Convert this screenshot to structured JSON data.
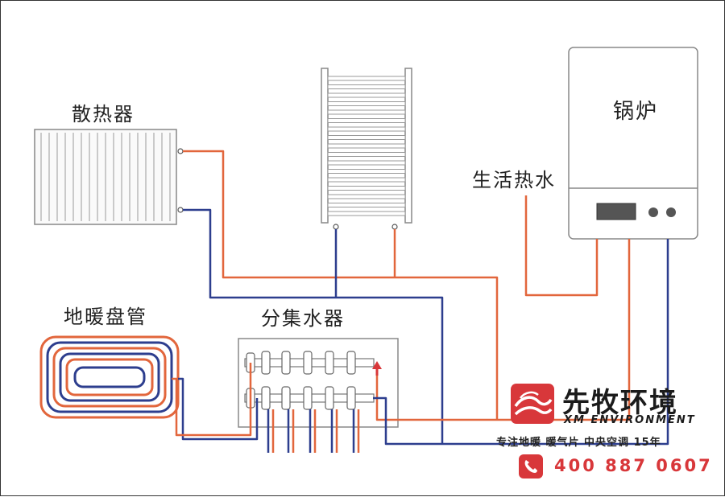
{
  "labels": {
    "radiator": "散热器",
    "floor_heating": "地暖盘管",
    "manifold": "分集水器",
    "hot_water": "生活热水",
    "boiler": "锅炉"
  },
  "brand": {
    "name": "先牧环境",
    "english": "XM ENVIRONMENT",
    "slogan": "专注地暖 暖气片 中央空调 15年",
    "phone": "400 887 0607"
  },
  "colors": {
    "hot_pipe": "#e2663c",
    "cold_pipe": "#2d3e8e",
    "outline": "#888888",
    "brand_red": "#d8373a"
  },
  "icons": {
    "logo": "wave-logo-icon",
    "phone": "phone-icon",
    "flow": "flow-arrow-icon"
  }
}
